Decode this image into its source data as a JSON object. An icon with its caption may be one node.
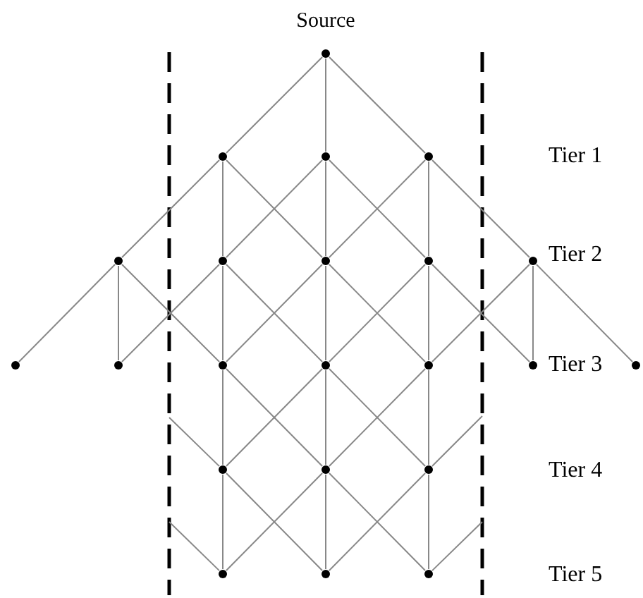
{
  "diagram": {
    "nodes": [
      {
        "text": [
          "Source"
        ]
      },
      {
        "text": [],
        "shape": "circle"
      },
      {
        "text": [],
        "shape": "circle"
      },
      {
        "text": [],
        "shape": "circle"
      },
      {
        "text": [],
        "shape": "circle"
      },
      {
        "text": [],
        "shape": "circle"
      },
      {
        "text": [],
        "shape": "circle"
      },
      {
        "text": [],
        "shape": "circle"
      },
      {
        "text": [],
        "shape": "circle"
      },
      {
        "text": [],
        "shape": "circle"
      },
      {
        "text": [],
        "shape": "circle"
      },
      {
        "text": [],
        "shape": "circle"
      },
      {
        "text": [],
        "shape": "circle"
      },
      {
        "text": [],
        "shape": "circle"
      },
      {
        "text": [],
        "shape": "circle"
      },
      {
        "text": [],
        "shape": "circle"
      },
      {
        "text": [],
        "shape": "circle"
      },
      {
        "text": [],
        "shape": "circle"
      },
      {
        "text": [],
        "shape": "circle"
      },
      {
        "text": [],
        "shape": "circle"
      },
      {
        "text": [],
        "shape": "circle"
      },
      {
        "text": [],
        "shape": "circle"
      }
    ],
    "edges": [
      {
        "from": 0,
        "to": 1,
        "arrow": "none"
      },
      {
        "from": 0,
        "to": 2,
        "arrow": "none"
      },
      {
        "from": 0,
        "to": 3,
        "arrow": "none"
      },
      {
        "from": 1,
        "to": 4,
        "arrow": "none"
      },
      {
        "from": 1,
        "to": 5,
        "arrow": "none"
      },
      {
        "from": 1,
        "to": 6,
        "arrow": "none"
      },
      {
        "from": 2,
        "to": 5,
        "arrow": "none"
      },
      {
        "from": 2,
        "to": 6,
        "arrow": "none"
      },
      {
        "from": 2,
        "to": 7,
        "arrow": "none"
      },
      {
        "from": 3,
        "to": 6,
        "arrow": "none"
      },
      {
        "from": 3,
        "to": 7,
        "arrow": "none"
      },
      {
        "from": 3,
        "to": 8,
        "arrow": "none"
      },
      {
        "from": 4,
        "to": 9,
        "arrow": "none"
      },
      {
        "from": 4,
        "to": 10,
        "arrow": "none"
      },
      {
        "from": 4,
        "to": 11,
        "arrow": "none"
      },
      {
        "from": 5,
        "to": 10,
        "arrow": "none"
      },
      {
        "from": 5,
        "to": 11,
        "arrow": "none"
      },
      {
        "from": 5,
        "to": 12,
        "arrow": "none"
      },
      {
        "from": 6,
        "to": 11,
        "arrow": "none"
      },
      {
        "from": 6,
        "to": 12,
        "arrow": "none"
      },
      {
        "from": 6,
        "to": 13,
        "arrow": "none"
      },
      {
        "from": 7,
        "to": 12,
        "arrow": "none"
      },
      {
        "from": 7,
        "to": 13,
        "arrow": "none"
      },
      {
        "from": 7,
        "to": 14,
        "arrow": "none"
      },
      {
        "from": 8,
        "to": 13,
        "arrow": "none"
      },
      {
        "from": 8,
        "to": 14,
        "arrow": "none"
      },
      {
        "from": 8,
        "to": 15,
        "arrow": "none"
      },
      {
        "from": 11,
        "to": 16,
        "arrow": "none"
      },
      {
        "from": 11,
        "to": 17,
        "arrow": "none"
      },
      {
        "from": 12,
        "to": 16,
        "arrow": "none"
      },
      {
        "from": 12,
        "to": 17,
        "arrow": "none"
      },
      {
        "from": 12,
        "to": 18,
        "arrow": "none"
      },
      {
        "from": 13,
        "to": 17,
        "arrow": "none"
      },
      {
        "from": 13,
        "to": 18,
        "arrow": "none"
      },
      {
        "from": null,
        "to": 16,
        "arrow": "none"
      },
      {
        "from": 18,
        "to": null,
        "arrow": "none"
      },
      {
        "from": 16,
        "to": 19,
        "arrow": "none"
      },
      {
        "from": 16,
        "to": 20,
        "arrow": "none"
      },
      {
        "from": 17,
        "to": 19,
        "arrow": "none"
      },
      {
        "from": 17,
        "to": 20,
        "arrow": "none"
      },
      {
        "from": 17,
        "to": 21,
        "arrow": "none"
      },
      {
        "from": 18,
        "to": 20,
        "arrow": "none"
      },
      {
        "from": 18,
        "to": 21,
        "arrow": "none"
      },
      {
        "from": null,
        "to": 19,
        "arrow": "none"
      },
      {
        "from": 21,
        "to": null,
        "arrow": "none"
      }
    ],
    "labels": [
      "Tier 1",
      "Tier 2",
      "Tier 3",
      "Tier 4",
      "Tier 5"
    ]
  }
}
